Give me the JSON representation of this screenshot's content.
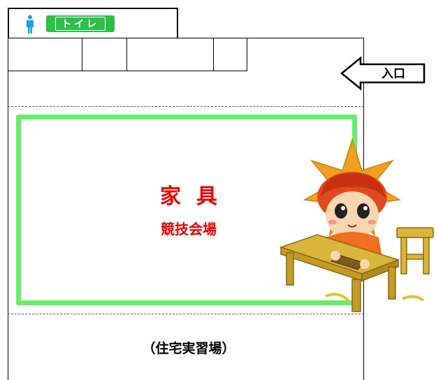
{
  "toilet": {
    "label": "トイレ",
    "icon": "person-icon",
    "badge_color": "#2cbf4a"
  },
  "entrance": {
    "label": "入口",
    "icon": "arrow-left-icon"
  },
  "venue": {
    "title": "家具",
    "subtitle": "競技会場",
    "border_color": "#66ee66",
    "text_color": "#ee0000"
  },
  "training_area": {
    "label": "（住宅実習場）"
  },
  "mascot": {
    "icon": "mascot-carpenter-illustration"
  }
}
